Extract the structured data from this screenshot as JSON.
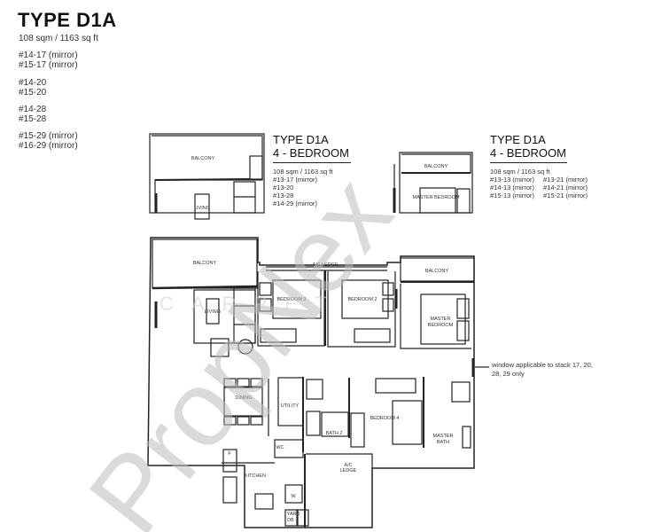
{
  "header": {
    "title": "TYPE D1A",
    "area": "108 sqm  / 1163 sq ft",
    "unit_groups": [
      [
        "#14-17 (mirror)",
        "#15-17 (mirror)"
      ],
      [
        "#14-20",
        "#15-20"
      ],
      [
        "#14-28",
        "#15-28"
      ],
      [
        "#15-29 (mirror)",
        "#16-29 (mirror)"
      ]
    ]
  },
  "inset_left": {
    "title_line1": "TYPE D1A",
    "title_line2": "4 - BEDROOM",
    "area": "108 sqm  / 1163 sq ft",
    "units": [
      "#13-17 (mirror)",
      "#13-20",
      "#13-28",
      "#14-29 (mirror)"
    ],
    "rooms": {
      "balcony": "BALCONY",
      "living": "LIVING"
    }
  },
  "inset_right": {
    "title_line1": "TYPE D1A",
    "title_line2": "4 - BEDROOM",
    "area": "108 sqm  / 1163 sq ft",
    "units_col1": [
      "#13-13 (mirror)",
      "#14-13 (mirror)",
      "#15-13 (mirror)"
    ],
    "units_col2": [
      "#13-21 (mirror)",
      "#14-21 (mirror)",
      "#15-21 (mirror)"
    ],
    "rooms": {
      "balcony": "BALCONY",
      "master_bedroom": "MASTER BEDROOM"
    }
  },
  "plan": {
    "rooms": {
      "balcony_left": "BALCONY",
      "balcony_right": "BALCONY",
      "ac_ledge_top": "A/C LEDGE",
      "living": "LIVING",
      "bedroom3": "BEDROOM 3",
      "bedroom2": "BEDROOM 2",
      "master_bedroom_l1": "MASTER",
      "master_bedroom_l2": "BEDROOM",
      "dining": "DINING",
      "utility": "UTILITY",
      "bath2": "BATH 2",
      "bedroom4": "BEDROOM 4",
      "master_bath_l1": "MASTER",
      "master_bath_l2": "BATH",
      "wc": "WC",
      "kitchen": "KITCHEN",
      "fridge": "F",
      "washer": "W",
      "yard": "YARD",
      "db": "DB",
      "ac_ledge_l1": "A/C",
      "ac_ledge_l2": "LEDGE"
    },
    "note": "window applicable to stack 17, 20, 28, 29 only"
  },
  "watermark": {
    "text": "PropNex",
    "subtext": "CARPET"
  },
  "colors": {
    "line": "#222222",
    "watermark": "#cfcfcf"
  }
}
